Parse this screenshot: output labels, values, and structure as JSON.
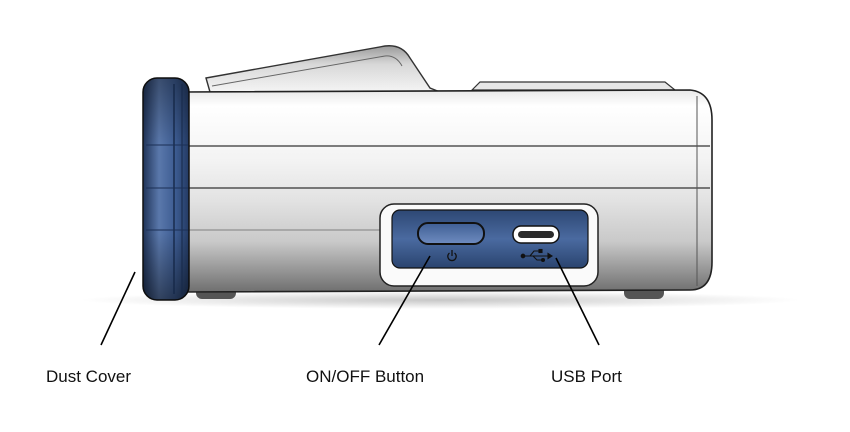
{
  "labels": {
    "dust_cover": "Dust Cover",
    "on_off_button": "ON/OFF Button",
    "usb_port": "USB Port"
  },
  "icons": {
    "power": "power-symbol",
    "usb": "usb-trident-symbol"
  },
  "colors": {
    "dust_cover_blue": "#3f5f95",
    "panel_blue": "#3a5a8e",
    "body_light": "#f2f2f2",
    "body_shadow": "#7a7a7a",
    "leader_line": "#000000"
  }
}
